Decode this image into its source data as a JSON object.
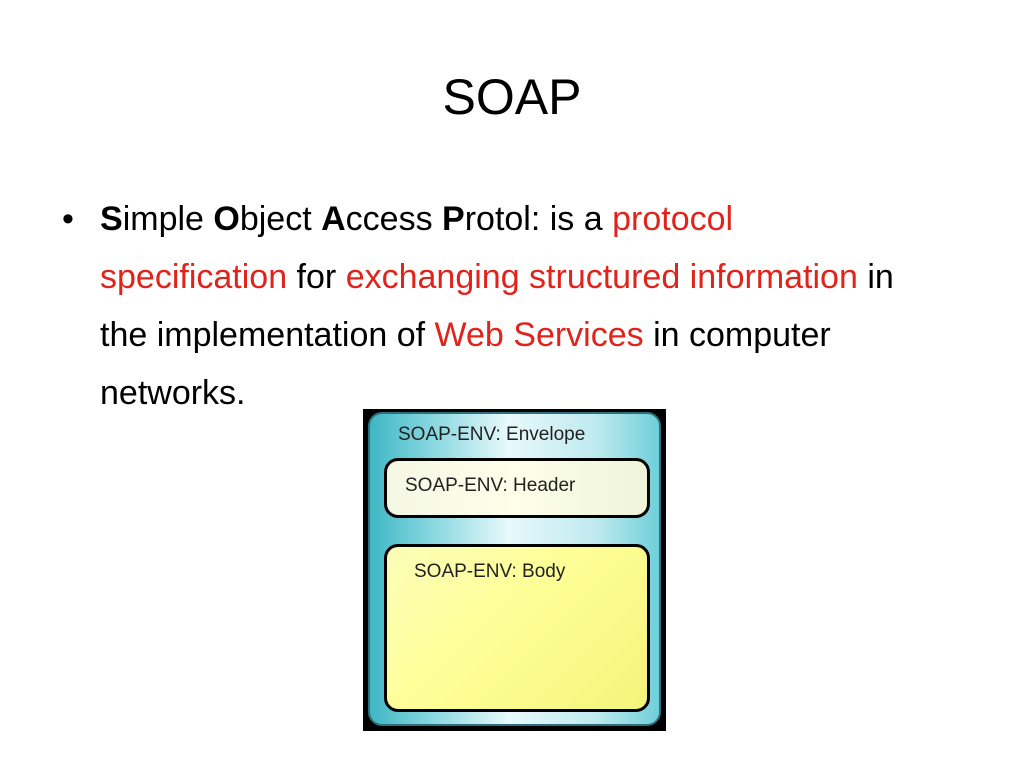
{
  "slide": {
    "title": "SOAP",
    "bullet": {
      "marker": "•",
      "s_letter": "S",
      "s_rest": "imple ",
      "o_letter": "O",
      "o_rest": "bject ",
      "a_letter": "A",
      "a_rest": "ccess ",
      "p_letter": "P",
      "p_rest": "rotol: is a ",
      "hl_protocol_spec": "protocol specification",
      "for": " for ",
      "hl_exchanging": "exchanging structured information",
      "in_impl": " in the implementation of ",
      "hl_web_services": "Web Services",
      "tail": " in computer networks."
    },
    "highlight_color": "#e0241b"
  },
  "diagram": {
    "envelope_label": "SOAP-ENV: Envelope",
    "header_label": "SOAP-ENV: Header",
    "body_label": "SOAP-ENV: Body"
  }
}
